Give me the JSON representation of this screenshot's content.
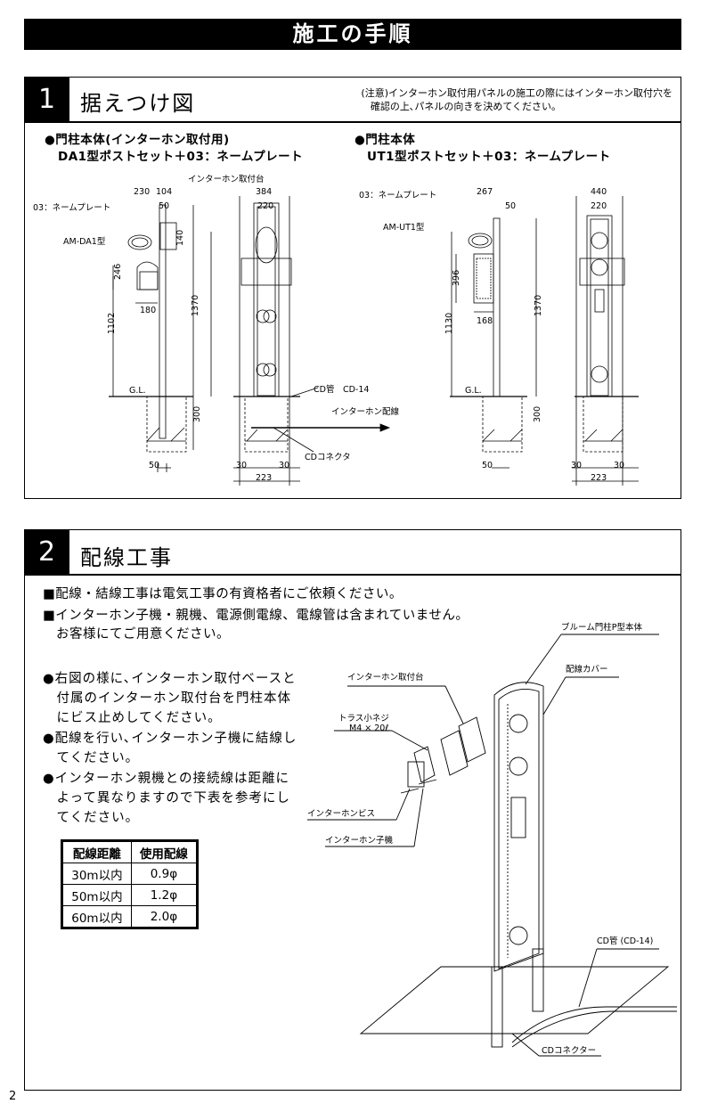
{
  "header": {
    "title": "施工の手順"
  },
  "section1": {
    "number": "1",
    "title": "据えつけ図",
    "note_line1": "(注意)インターホン取付用パネルの施工の際にはインターホン取付穴を",
    "note_line2": "確認の上､パネルの向きを決めてください。",
    "left": {
      "heading1": "●門柱本体(インターホン取付用)",
      "heading2": "DA1型ポストセット＋03：ネームプレート",
      "labels": {
        "intercom_base": "インターホン取付台",
        "nameplate": "03：ネームプレート",
        "am": "AM-DA1型",
        "gl": "G.L.",
        "cd_pipe": "CD管　CD-14",
        "intercom_wire": "インターホン配線",
        "cd_connector": "CDコネクタ"
      },
      "dims": [
        "230",
        "104",
        "50",
        "140",
        "246",
        "180",
        "1102",
        "1370",
        "300",
        "50",
        "384",
        "220",
        "30",
        "30",
        "223"
      ]
    },
    "right": {
      "heading1": "●門柱本体",
      "heading2": "UT1型ポストセット＋03：ネームプレート",
      "labels": {
        "nameplate": "03：ネームプレート",
        "am": "AM-UT1型",
        "gl": "G.L."
      },
      "dims": [
        "267",
        "50",
        "396",
        "168",
        "1130",
        "1370",
        "300",
        "50",
        "440",
        "220",
        "30",
        "30",
        "223"
      ]
    }
  },
  "section2": {
    "number": "2",
    "title": "配線工事",
    "bullets": [
      "■配線・結線工事は電気工事の有資格者にご依頼ください。",
      "■インターホン子機・親機、電源側電線、電線管は含まれていません。",
      "　お客様にてご用意ください。"
    ],
    "instructions": [
      "●右図の様に､インターホン取付ベースと",
      "　付属のインターホン取付台を門柱本体",
      "　にビス止めしてください。",
      "●配線を行い､インターホン子機に結線し",
      "　てください。",
      "●インターホン親機との接続線は距離に",
      "　よって異なりますので下表を参考にし",
      "　てください。"
    ],
    "table": {
      "headers": [
        "配線距離",
        "使用配線"
      ],
      "rows": [
        [
          "30m以内",
          "0.9φ"
        ],
        [
          "50m以内",
          "1.2φ"
        ],
        [
          "60m以内",
          "2.0φ"
        ]
      ]
    },
    "figure_labels": {
      "body": "ブルーム門柱P型本体",
      "cover": "配線カバー",
      "base": "インターホン取付台",
      "screw": "トラス小ネジ",
      "screw_size": "M4 × 20ℓ",
      "intercom_screw": "インターホンビス",
      "intercom_unit": "インターホン子機",
      "cd_pipe": "CD管 (CD-14)",
      "cd_connector": "CDコネクター"
    }
  },
  "footer": {
    "page_number": "2"
  }
}
